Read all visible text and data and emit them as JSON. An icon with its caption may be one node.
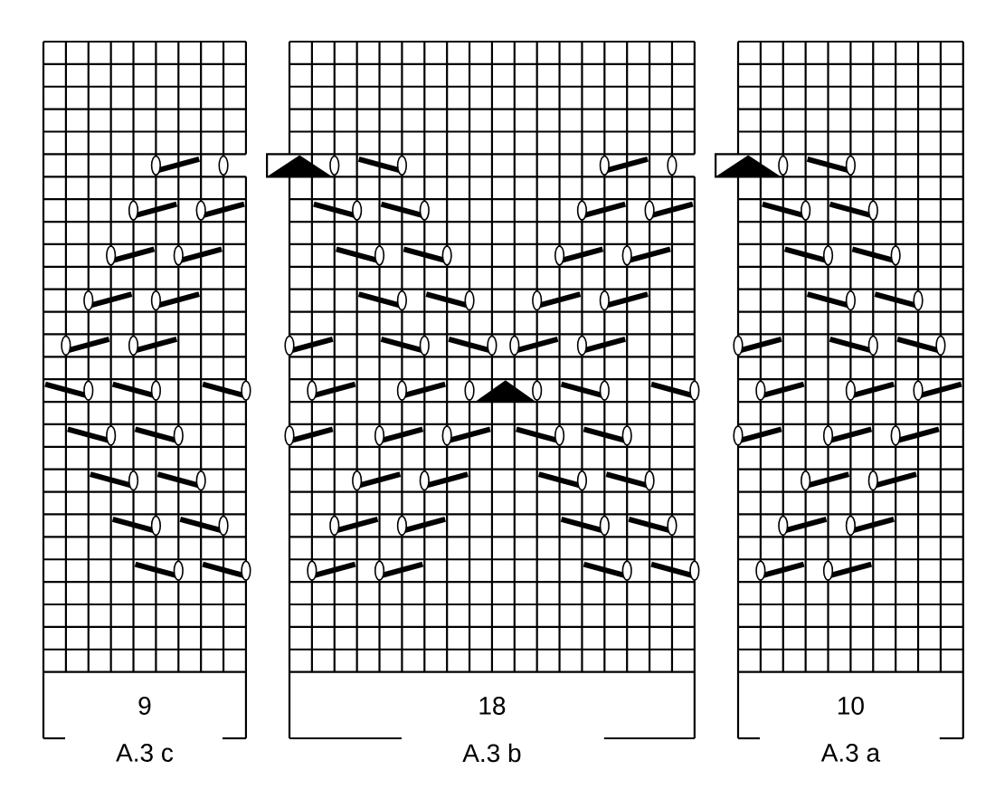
{
  "diagram": {
    "labels": [
      "9",
      "A.3 c",
      "18",
      "A.3 b",
      "10",
      "A.3 a"
    ]
  }
}
